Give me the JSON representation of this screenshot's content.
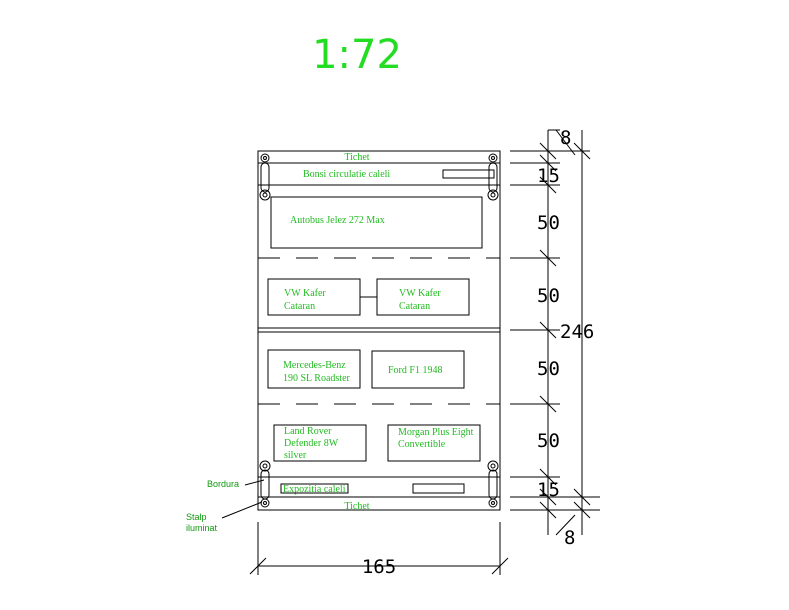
{
  "scale_label": "1:72",
  "board": {
    "top_strip": "Tichet",
    "bottom_strip": "Tichet",
    "header_row": "Bonsi circulatie caleli",
    "footer_row": "Expozitia caleli",
    "sections": {
      "autobus": "Autobus Jelez 272 Max",
      "vw1": [
        "VW Kafer",
        "Cataran"
      ],
      "vw2": [
        "VW Kafer",
        "Cataran"
      ],
      "mercedes": [
        "Mercedes-Benz",
        "190 SL Roadster"
      ],
      "ford": "Ford F1 1948",
      "landrover": [
        "Land Rover",
        "Defender 8W",
        "silver"
      ],
      "morgan": [
        "Morgan Plus Eight",
        "Convertible"
      ]
    }
  },
  "dimensions": {
    "top_offset": "8",
    "bottom_offset": "8",
    "row1": "15",
    "row2": "50",
    "row3": "50",
    "row4": "50",
    "row5": "50",
    "row6": "15",
    "total_height": "246",
    "width": "165"
  },
  "callouts": {
    "border": "Bordura",
    "lamp_line1": "Stalp",
    "lamp_line2": "iluminat"
  }
}
